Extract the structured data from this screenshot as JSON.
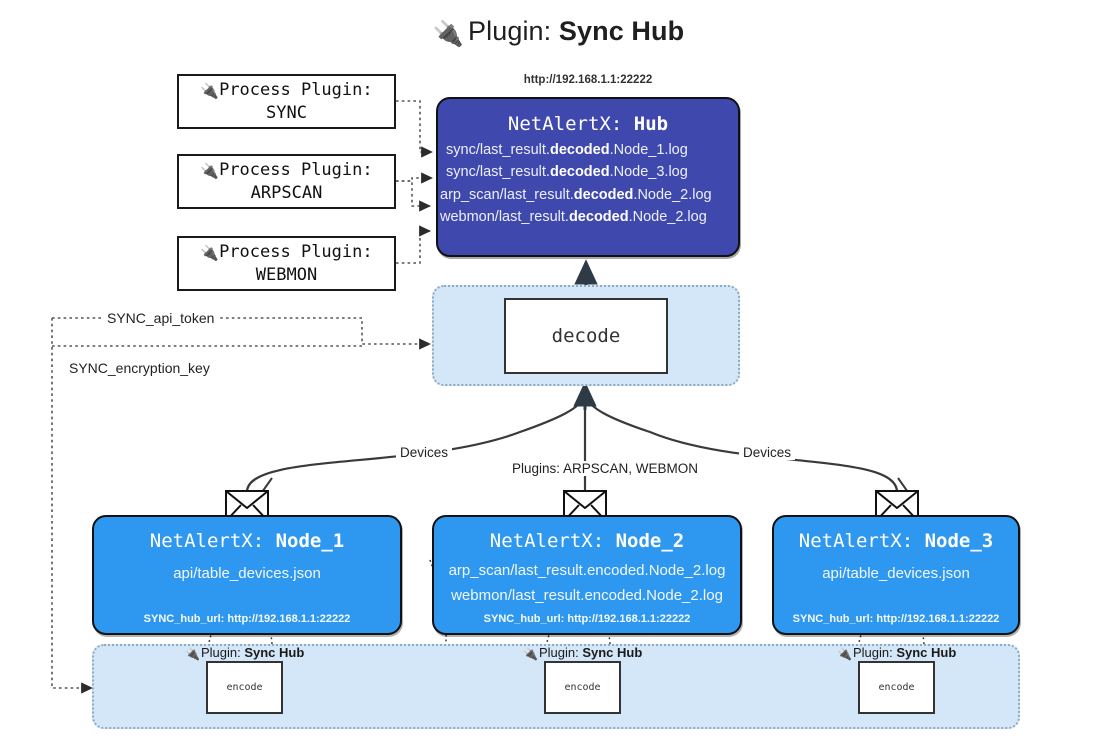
{
  "title": {
    "plug_icon": "🔌",
    "prefix": "Plugin:",
    "name": "Sync Hub"
  },
  "process_plugins": [
    {
      "icon": "🔌",
      "line1": "Process Plugin:",
      "line2": "SYNC"
    },
    {
      "icon": "🔌",
      "line1": "Process Plugin:",
      "line2": "ARPSCAN"
    },
    {
      "icon": "🔌",
      "line1": "Process Plugin:",
      "line2": "WEBMON"
    }
  ],
  "hub": {
    "url": "http://192.168.1.1:22222",
    "title_prefix": "NetAlertX:",
    "title_name": "Hub",
    "logs": [
      {
        "pre": "sync/last_result.",
        "em": "decoded",
        "post": ".Node_1.log"
      },
      {
        "pre": "sync/last_result.",
        "em": "decoded",
        "post": ".Node_3.log"
      },
      {
        "pre": "arp_scan/last_result.",
        "em": "decoded",
        "post": ".Node_2.log"
      },
      {
        "pre": "webmon/last_result.",
        "em": "decoded",
        "post": ".Node_2.log"
      }
    ],
    "color": "#3f48ad"
  },
  "decode": {
    "label": "decode",
    "container_color": "#d4e7f8"
  },
  "settings": {
    "api_token": "SYNC_api_token",
    "encryption_key": "SYNC_encryption_key"
  },
  "edge_labels": {
    "devices_left": "Devices",
    "devices_right": "Devices",
    "plugins_center": "Plugins: ARPSCAN, WEBMON"
  },
  "nodes": [
    {
      "title_prefix": "NetAlertX:",
      "title_name": "Node_1",
      "lines": [
        "api/table_devices.json"
      ],
      "hub_url_label": "SYNC_hub_url: http://192.168.1.1:22222",
      "color": "#2e97f0"
    },
    {
      "title_prefix": "NetAlertX:",
      "title_name": "Node_2",
      "lines": [
        "arp_scan/last_result.encoded.Node_2.log",
        "webmon/last_result.encoded.Node_2.log"
      ],
      "hub_url_label": "SYNC_hub_url: http://192.168.1.1:22222",
      "color": "#2e97f0"
    },
    {
      "title_prefix": "NetAlertX:",
      "title_name": "Node_3",
      "lines": [
        "api/table_devices.json"
      ],
      "hub_url_label": "SYNC_hub_url: http://192.168.1.1:22222",
      "color": "#2e97f0"
    }
  ],
  "encoders": [
    {
      "plugin_icon": "🔌",
      "plugin_prefix": "Plugin:",
      "plugin_name": "Sync Hub",
      "label": "encode"
    },
    {
      "plugin_icon": "🔌",
      "plugin_prefix": "Plugin:",
      "plugin_name": "Sync Hub",
      "label": "encode"
    },
    {
      "plugin_icon": "🔌",
      "plugin_prefix": "Plugin:",
      "plugin_name": "Sync Hub",
      "label": "encode"
    }
  ]
}
